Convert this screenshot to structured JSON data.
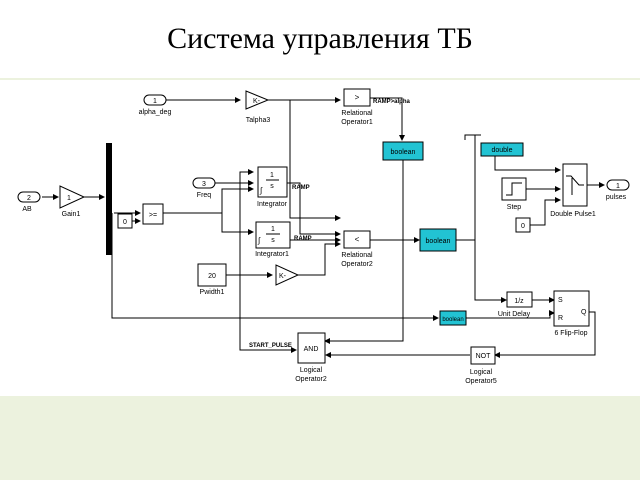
{
  "slide": {
    "title": "Система управления ТБ",
    "colors": {
      "background": "#ecf2de",
      "canvas": "#ffffff",
      "highlight": "#22c3d3",
      "line": "#000000"
    }
  },
  "diagram": {
    "blocks": {
      "in1": {
        "num": "1",
        "name": "alpha_deg"
      },
      "in2": {
        "num": "2",
        "name": "AB"
      },
      "in3": {
        "num": "3",
        "name": "Freq"
      },
      "out1": {
        "num": "1",
        "name": "pulses"
      },
      "gain_talpha3": {
        "label": "K-",
        "name": "Talpha3"
      },
      "gain1": {
        "label": "1",
        "name": "Gain1"
      },
      "gain_mid": {
        "label": "K-"
      },
      "relop1": {
        "label": ">",
        "name1": "Relational",
        "name2": "Operator1"
      },
      "relop2": {
        "label": "<",
        "name1": "Relational",
        "name2": "Operator2"
      },
      "compare": {
        "label": ">="
      },
      "const0_left": {
        "label": "0"
      },
      "const0_right": {
        "label": "0"
      },
      "const20": {
        "label": "20",
        "name": "Pwidth1"
      },
      "integrator": {
        "num": "1",
        "den": "s",
        "name": "Integrator"
      },
      "integrator1": {
        "num": "1",
        "den": "s",
        "name": "Integrator1"
      },
      "conv_boolean1": {
        "label": "boolean"
      },
      "conv_boolean2": {
        "label": "boolean"
      },
      "conv_boolean3": {
        "label": "boolean"
      },
      "conv_double": {
        "label": "double"
      },
      "step": {
        "name": "Step"
      },
      "double_pulse": {
        "name": "Double Pulse1"
      },
      "unit_delay": {
        "label": "1/z",
        "name": "Unit Delay"
      },
      "flipflop": {
        "s": "S",
        "r": "R",
        "q": "Q",
        "name": "6 Flip-Flop"
      },
      "logic_and": {
        "label": "AND",
        "name1": "Logical",
        "name2": "Operator2"
      },
      "logic_not": {
        "label": "NOT",
        "name1": "Logical",
        "name2": "Operator5"
      }
    },
    "signals": {
      "ramp_alpha": "RAMP>alpha",
      "ramp1": "RAMP",
      "ramp2": "RAMP",
      "start_pulse": "START_PULSE"
    }
  }
}
